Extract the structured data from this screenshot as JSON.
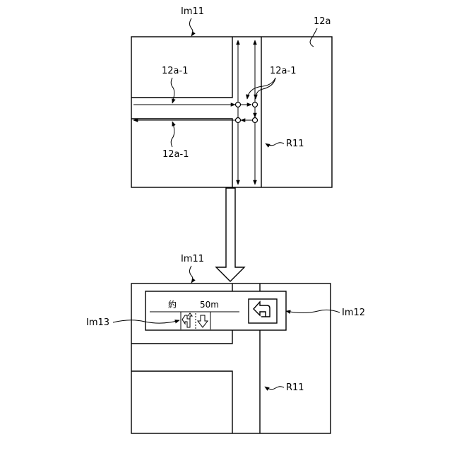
{
  "top_panel": {
    "label_frame": "Im11",
    "label_screen": "12a",
    "label_intersection_upper_left": "12a-1",
    "label_intersection_lower_left": "12a-1",
    "label_intersection_right": "12a-1",
    "label_route": "R11"
  },
  "bottom_panel": {
    "label_frame": "Im11",
    "label_lane_guide": "Im13",
    "label_turn_icon": "Im12",
    "label_route": "R11",
    "guide": {
      "prefix": "約",
      "distance": "50m"
    }
  }
}
